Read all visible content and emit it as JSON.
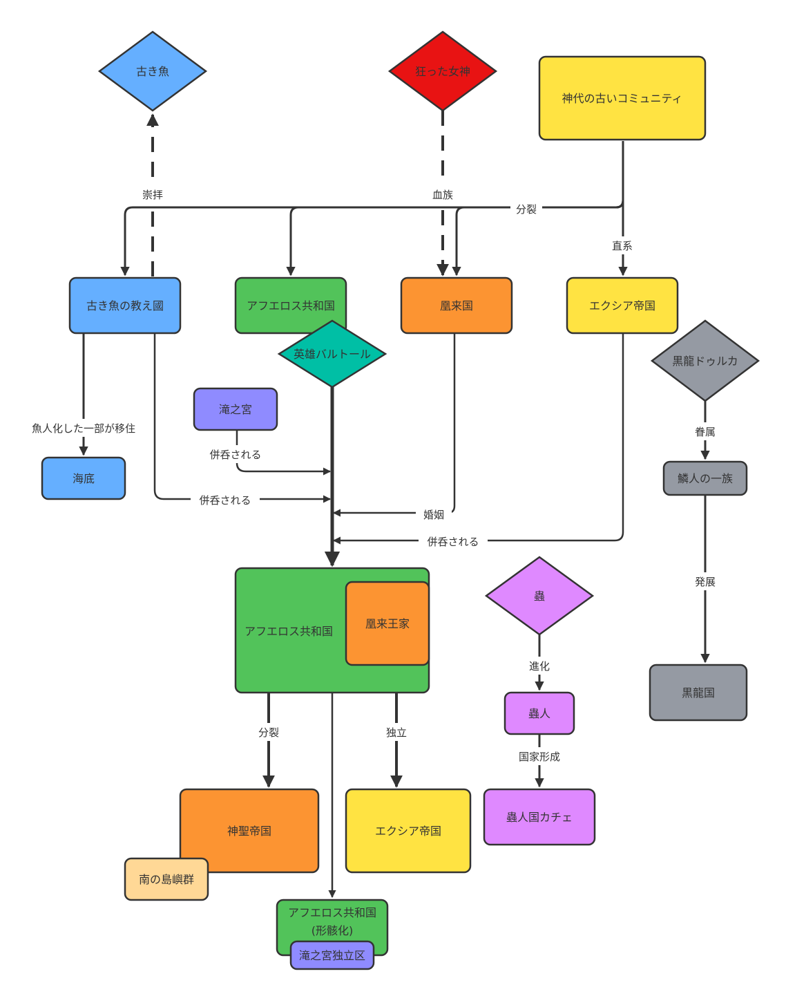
{
  "colors": {
    "blue": "#65afff",
    "red": "#e81313",
    "yellow": "#ffe342",
    "green": "#52c35a",
    "orange": "#fc9432",
    "teal": "#00bfa5",
    "gray": "#959aa3",
    "violet": "#8f8bff",
    "purple": "#df89ff",
    "peach": "#ffd896",
    "stroke": "#333333"
  },
  "nodes": {
    "old_fish": "古き魚",
    "mad_goddess": "狂った女神",
    "ancient_community": "神代の古いコミュニティ",
    "old_fish_teaching": "古き魚の教え國",
    "aphelos_republic_1": "アフエロス共和国",
    "oura_kingdom": "凰来国",
    "exia_empire_1": "エクシア帝国",
    "hero_baltol": "英雄バルトール",
    "black_dragon_durka": "黒龍ドゥルカ",
    "takinomiya": "滝之宮",
    "seabed": "海底",
    "scale_clan": "鱗人の一族",
    "aphelos_republic_2": "アフエロス共和国",
    "oura_royal_family": "凰来王家",
    "insect": "蟲",
    "insect_people": "蟲人",
    "black_dragon_nation": "黒龍国",
    "holy_empire": "神聖帝国",
    "exia_empire_2": "エクシア帝国",
    "insect_nation_kache": "蟲人国カチェ",
    "southern_islands": "南の島嶼群",
    "aphelos_republic_3_line1": "アフエロス共和国",
    "aphelos_republic_3_line2": "(形骸化)",
    "takinomiya_district": "滝之宮独立区"
  },
  "edge_labels": {
    "worship": "崇拝",
    "bloodline": "血族",
    "split_top": "分裂",
    "direct_line": "直系",
    "fishman_migration": "魚人化した一部が移住",
    "absorbed_takinomiya": "併呑される",
    "absorbed_old_fish": "併呑される",
    "marriage": "婚姻",
    "absorbed_exia": "併呑される",
    "kin": "眷属",
    "development": "発展",
    "split_bottom": "分裂",
    "independence": "独立",
    "evolution": "進化",
    "nation_building": "国家形成"
  }
}
